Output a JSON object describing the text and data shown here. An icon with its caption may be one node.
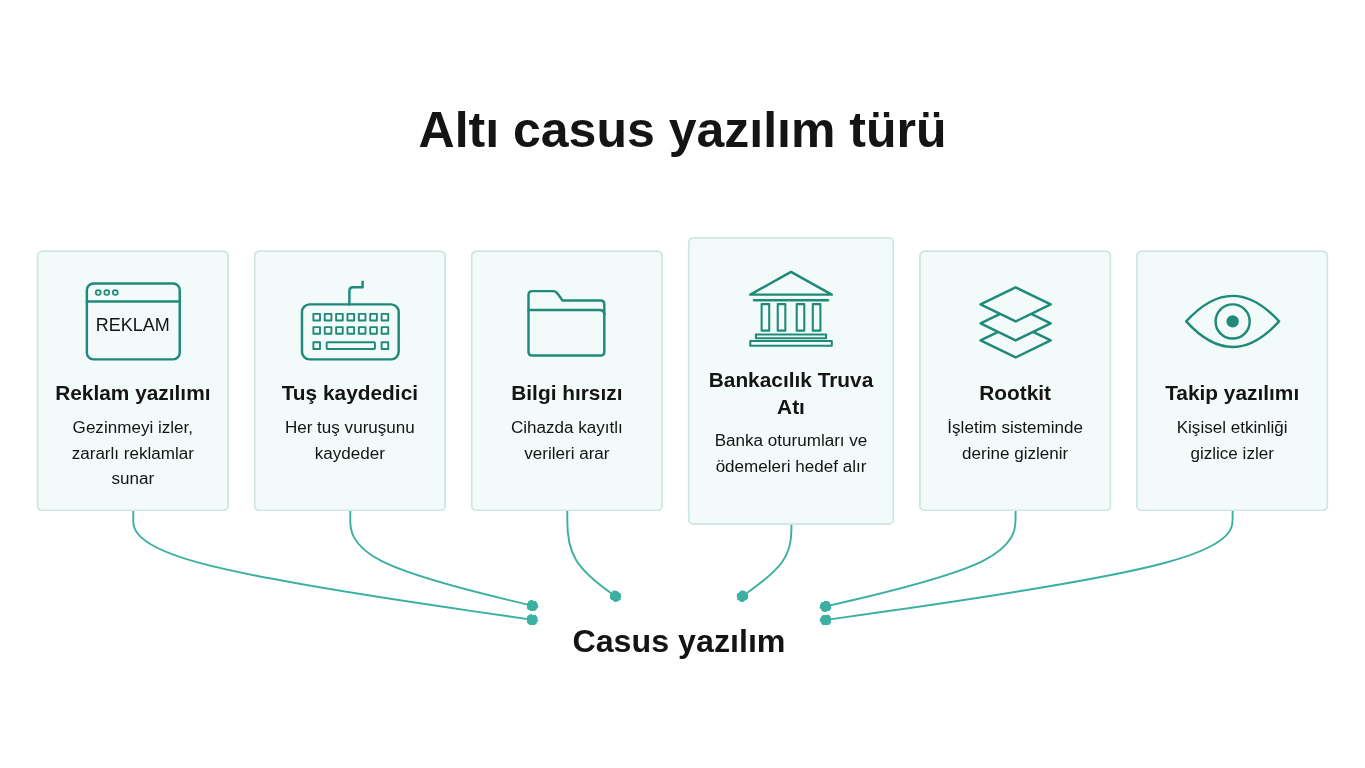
{
  "diagram": {
    "title": "Altı casus yazılım türü",
    "nodes": [
      {
        "text": [
          "REKLAM",
          "Reklam yazılımı",
          "Gezinmeyi izler, zararlı reklamlar sunar"
        ]
      },
      {
        "text": [
          "Tuş kaydedici",
          "Her tuş vuruşunu kaydeder"
        ]
      },
      {
        "text": [
          "Bilgi hırsızı",
          "Cihazda kayıtlı verileri arar"
        ]
      },
      {
        "text": [
          "Bankacılık Truva Atı",
          "Banka oturumları ve ödemeleri hedef alır"
        ]
      },
      {
        "text": [
          "Rootkit",
          "İşletim sisteminde derine gizlenir"
        ]
      },
      {
        "text": [
          "Takip yazılımı",
          "Kişisel etkinliği gizlice izler"
        ]
      },
      {
        "text": [
          "Casus yazılım"
        ]
      }
    ],
    "edges": [
      {
        "from": 0,
        "to": 6,
        "arrow": "other"
      },
      {
        "from": 1,
        "to": 6,
        "arrow": "other"
      },
      {
        "from": 2,
        "to": 6,
        "arrow": "other"
      },
      {
        "from": 3,
        "to": 6,
        "arrow": "other"
      },
      {
        "from": 4,
        "to": 6,
        "arrow": "other"
      },
      {
        "from": 5,
        "to": 6,
        "arrow": "other"
      }
    ]
  }
}
